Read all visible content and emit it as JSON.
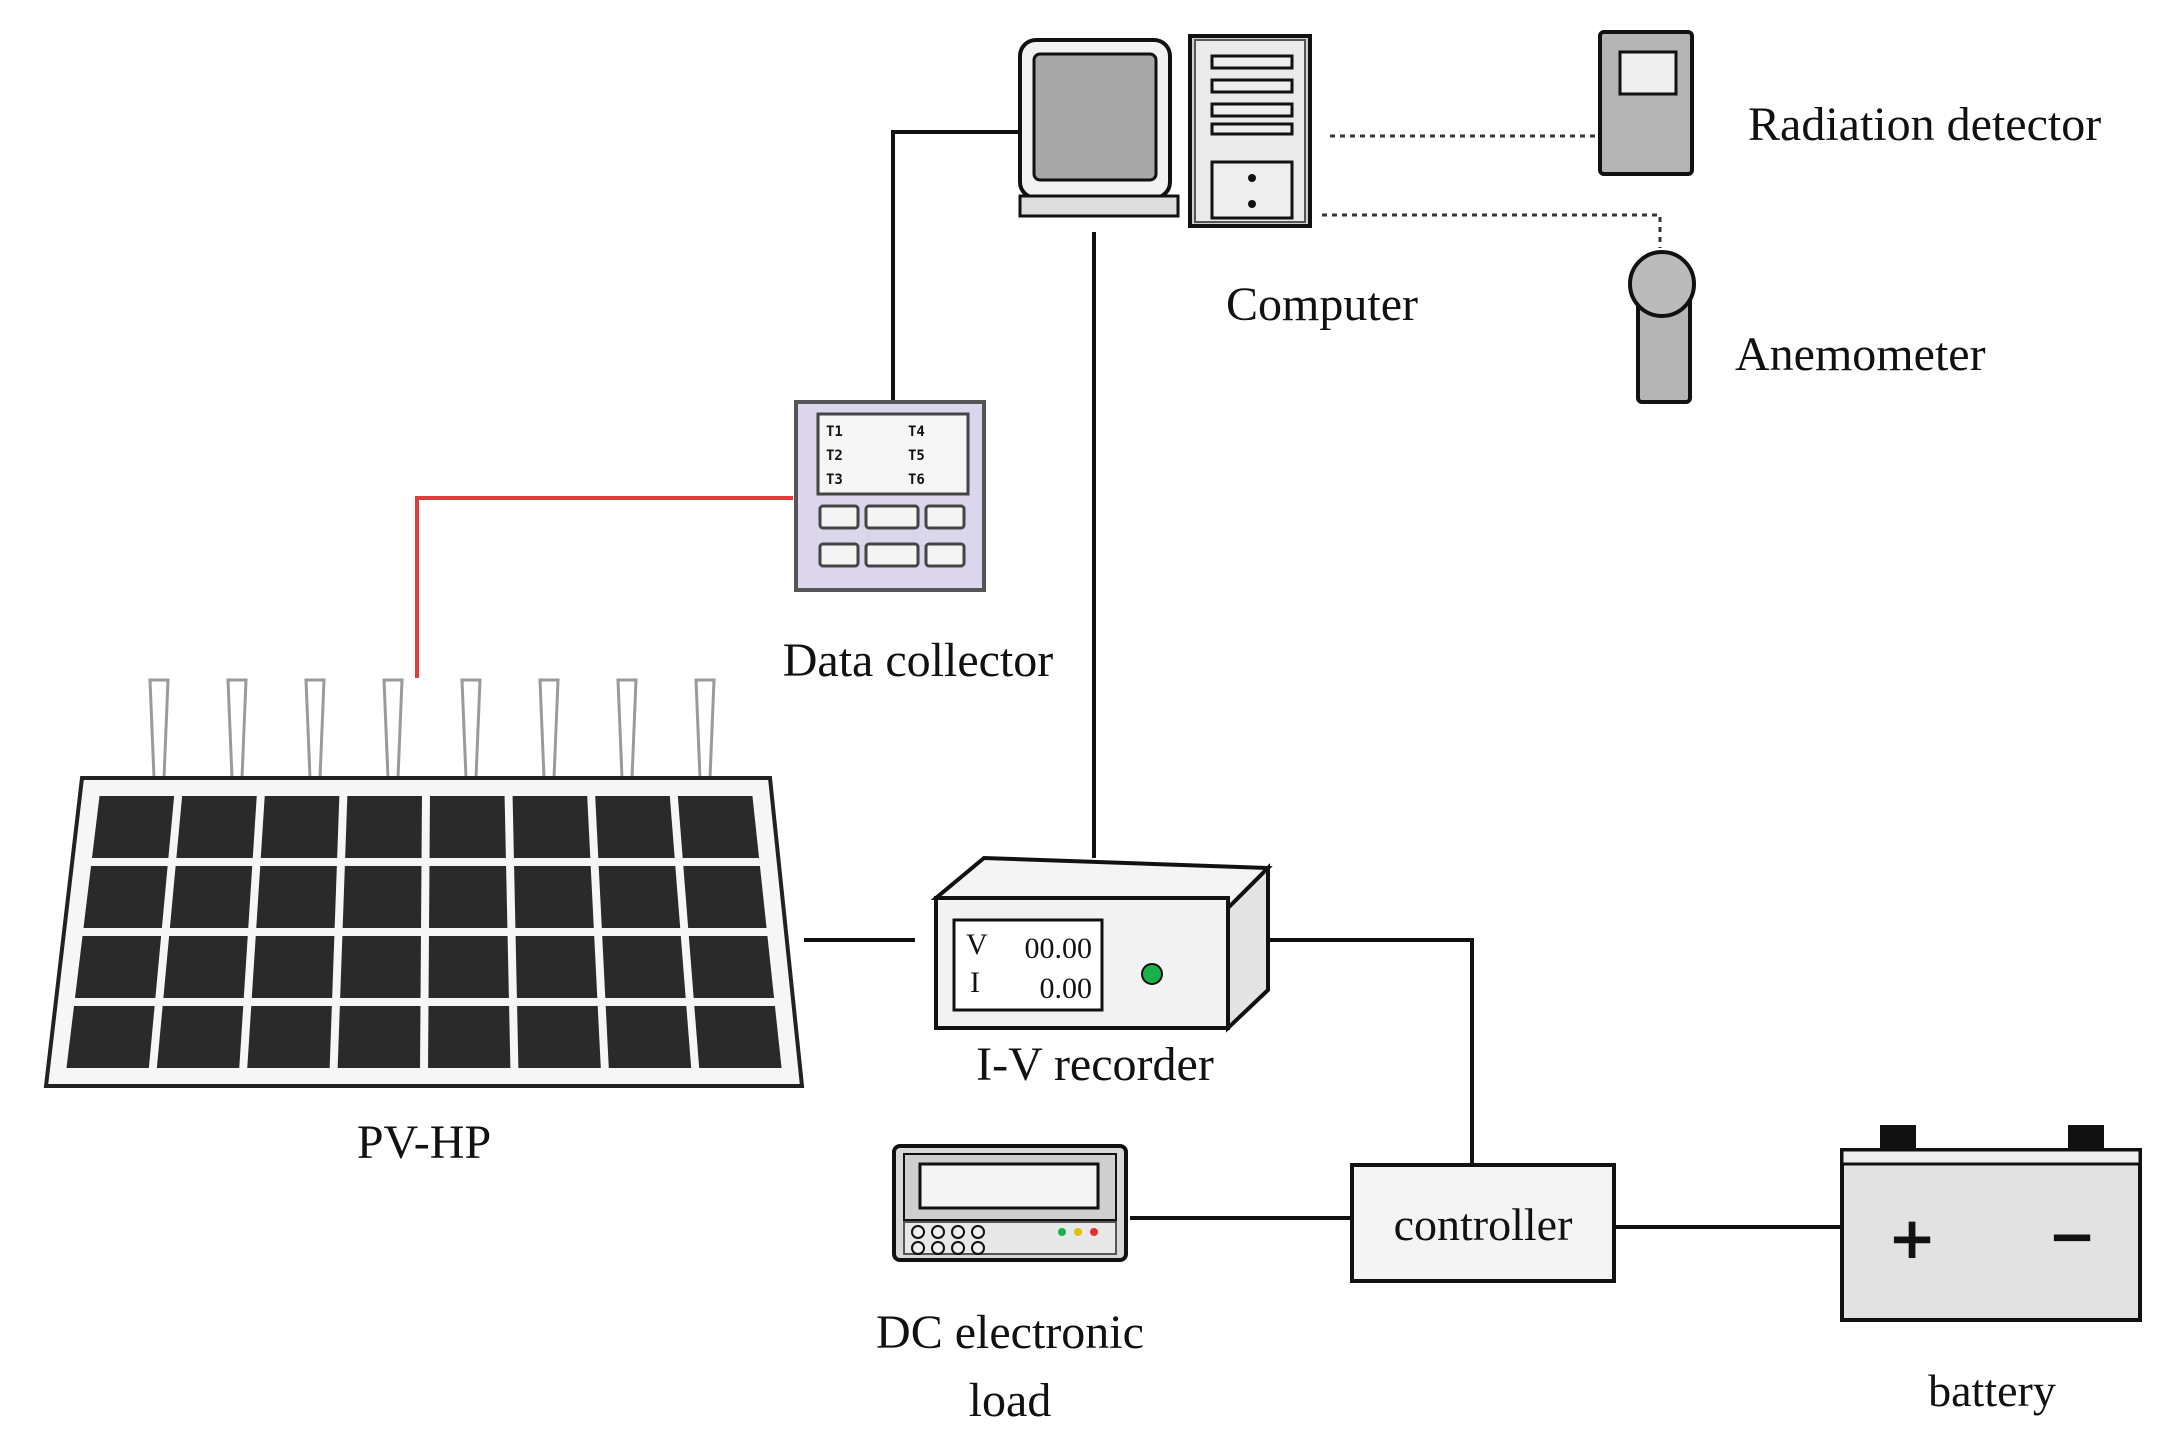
{
  "labels": {
    "computer": "Computer",
    "radiation_detector": "Radiation detector",
    "anemometer": "Anemometer",
    "data_collector": "Data collector",
    "pv_hp": "PV-HP",
    "iv_recorder": "I-V recorder",
    "dc_load_line1": "DC electronic",
    "dc_load_line2": "load",
    "controller": "controller",
    "battery": "battery"
  },
  "iv_display": {
    "v_label": "V",
    "v_value": "00.00",
    "i_label": "I",
    "i_value": "0.00"
  },
  "collector_display": [
    "T1",
    "T4",
    "T2",
    "T5",
    "T3",
    "T6"
  ],
  "battery_terminals": {
    "plus": "+",
    "minus": "−"
  },
  "colors": {
    "thermocouple_wire": "#e23b3b",
    "panel_cell": "#2a2a2a",
    "collector_frame": "#dcd6ec",
    "device_gray": "#c8c8c8"
  }
}
